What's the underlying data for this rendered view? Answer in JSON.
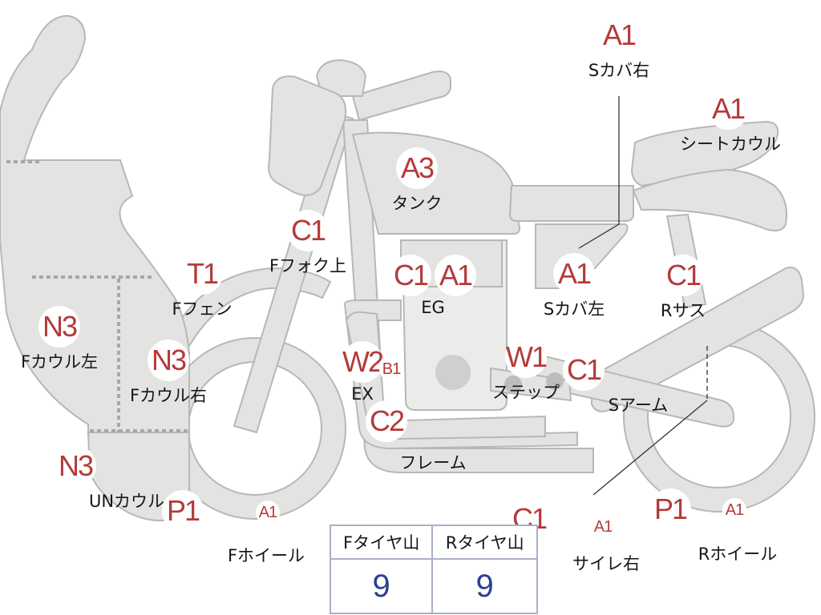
{
  "parts": [
    {
      "id": "s-cover-right",
      "grade": "A1",
      "label": "Sカバ右"
    },
    {
      "id": "seat-cowl",
      "grade": "A1",
      "label": "シートカウル"
    },
    {
      "id": "tank",
      "grade": "A3",
      "label": "タンク"
    },
    {
      "id": "f-fork-upper",
      "grade": "C1",
      "label": "Fフォク上"
    },
    {
      "id": "engine",
      "grade": "C1",
      "extra_grade": "A1",
      "label": "EG"
    },
    {
      "id": "s-cover-left",
      "grade": "A1",
      "label": "Sカバ左"
    },
    {
      "id": "r-suspension",
      "grade": "C1",
      "label": "Rサス"
    },
    {
      "id": "f-fender",
      "grade": "T1",
      "label": "Fフェン"
    },
    {
      "id": "f-cowl-left",
      "grade": "N3",
      "label": "Fカウル左"
    },
    {
      "id": "f-cowl-right",
      "grade": "N3",
      "label": "Fカウル右"
    },
    {
      "id": "exhaust",
      "grade": "W2",
      "extra_grade": "B1",
      "label": "EX"
    },
    {
      "id": "step",
      "grade": "W1",
      "label": "ステップ"
    },
    {
      "id": "swing-arm",
      "grade": "C1",
      "label": "Sアーム"
    },
    {
      "id": "frame",
      "grade": "C2",
      "label": "フレーム"
    },
    {
      "id": "under-cowl",
      "grade": "N3",
      "label": "UNカウル"
    },
    {
      "id": "f-wheel",
      "grade": "P1",
      "extra_grade": "A1",
      "label": "Fホイール"
    },
    {
      "id": "silencer-right",
      "grade": "C1",
      "extra_grade": "A1",
      "label": "サイレ右"
    },
    {
      "id": "r-wheel",
      "grade": "P1",
      "extra_grade": "A1",
      "label": "Rホイール"
    }
  ],
  "tread": {
    "headers": [
      "Fタイヤ山",
      "Rタイヤ山"
    ],
    "values": [
      "9",
      "9"
    ]
  }
}
